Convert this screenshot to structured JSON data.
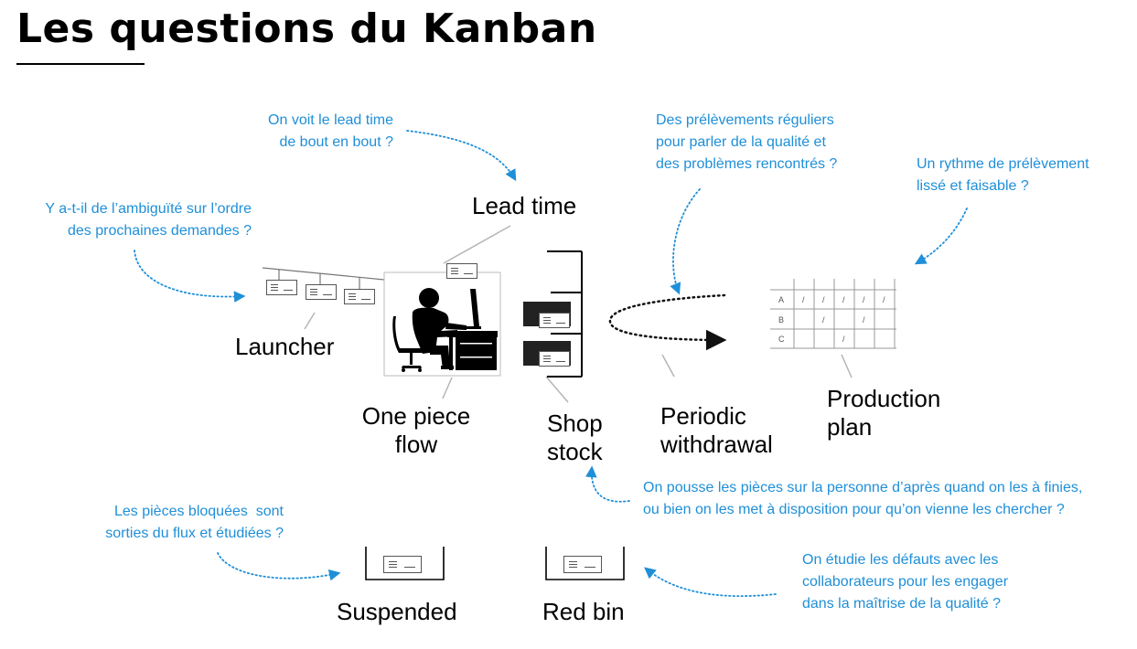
{
  "title": "Les questions du Kanban",
  "labels": {
    "lead_time": "Lead time",
    "launcher": "Launcher",
    "one_piece_flow_1": "One piece",
    "one_piece_flow_2": "flow",
    "shop_stock_1": "Shop",
    "shop_stock_2": "stock",
    "periodic_1": "Periodic",
    "periodic_2": "withdrawal",
    "production_1": "Production",
    "production_2": "plan",
    "suspended": "Suspended",
    "red_bin": "Red bin"
  },
  "questions": {
    "lead_time_q": [
      "On voit le lead time",
      "de bout en bout ?"
    ],
    "launcher_q": [
      "Y a-t-il de l’ambiguïté sur l’ordre",
      "des prochaines demandes ?"
    ],
    "withdrawal_q": [
      "Des prélèvements réguliers",
      "pour parler de la qualité et",
      "des problèmes rencontrés ?"
    ],
    "rhythm_q": [
      "Un rythme de prélèvement",
      "lissé et faisable ?"
    ],
    "push_q": [
      "On pousse les pièces sur la personne d’après quand on les à finies,",
      "ou bien on les met à disposition pour qu’on vienne les chercher ?"
    ],
    "suspended_q": [
      "Les pièces bloquées  sont",
      "sorties du flux et étudiées ?"
    ],
    "defects_q": [
      "On étudie les défauts avec les",
      "collaborateurs pour les engager",
      "dans la maîtrise de la qualité ?"
    ]
  },
  "production_plan": {
    "rows": [
      "A",
      "B",
      "C"
    ],
    "marks": [
      [
        "/",
        "/",
        "/",
        "/",
        "/"
      ],
      [
        "",
        "/",
        "",
        "/",
        ""
      ],
      [
        "",
        "",
        "/",
        "",
        ""
      ]
    ]
  },
  "colors": {
    "accent": "#1f8fd8",
    "ink": "#000000",
    "connector": "#b5b5b5"
  }
}
